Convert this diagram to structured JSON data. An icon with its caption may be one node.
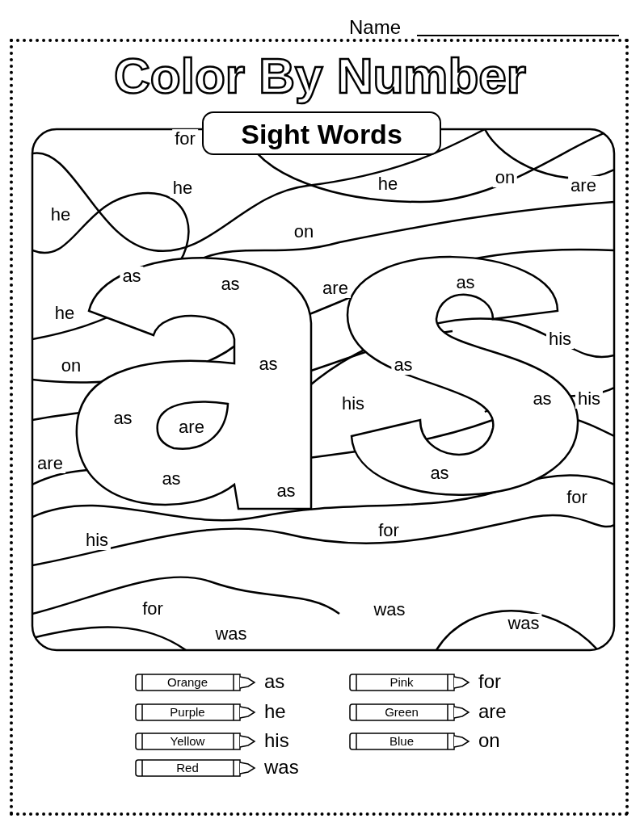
{
  "diagram": {
    "title": "Color By Number",
    "nodes": [
      {
        "text": [
          "Sight Words"
        ]
      },
      {
        "text": [
          "Orange"
        ],
        "beside": [
          "as"
        ]
      },
      {
        "text": [
          "Pink"
        ],
        "beside": [
          "for"
        ]
      },
      {
        "text": [
          "Purple"
        ],
        "beside": [
          "he"
        ]
      },
      {
        "text": [
          "Green"
        ],
        "beside": [
          "are"
        ]
      },
      {
        "text": [
          "Yellow"
        ],
        "beside": [
          "his"
        ]
      },
      {
        "text": [
          "Blue"
        ],
        "beside": [
          "on"
        ]
      },
      {
        "text": [
          "Red"
        ],
        "beside": [
          "was"
        ]
      }
    ],
    "labels": [
      "Name",
      "for",
      "on",
      "he",
      "are",
      "he",
      "he",
      "on",
      "as",
      "as",
      "are",
      "as",
      "he",
      "his",
      "on",
      "as",
      "as",
      "his",
      "as",
      "his",
      "as",
      "are",
      "are",
      "as",
      "as",
      "as",
      "for",
      "for",
      "his",
      "for",
      "was",
      "was",
      "was"
    ]
  }
}
